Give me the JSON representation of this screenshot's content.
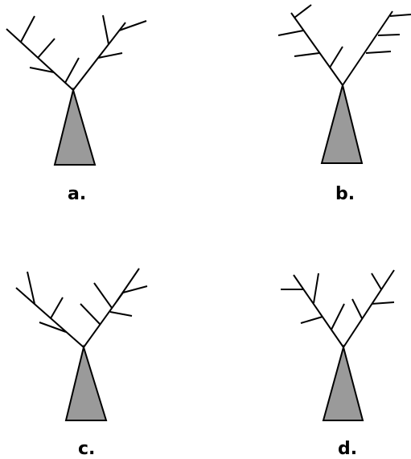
{
  "options": [
    {
      "id": "a",
      "label": "a."
    },
    {
      "id": "b",
      "label": "b."
    },
    {
      "id": "c",
      "label": "c."
    },
    {
      "id": "d",
      "label": "d."
    }
  ],
  "colors": {
    "trunk_fill": "#9a9a9a",
    "stroke": "#000000",
    "background": "#ffffff"
  }
}
